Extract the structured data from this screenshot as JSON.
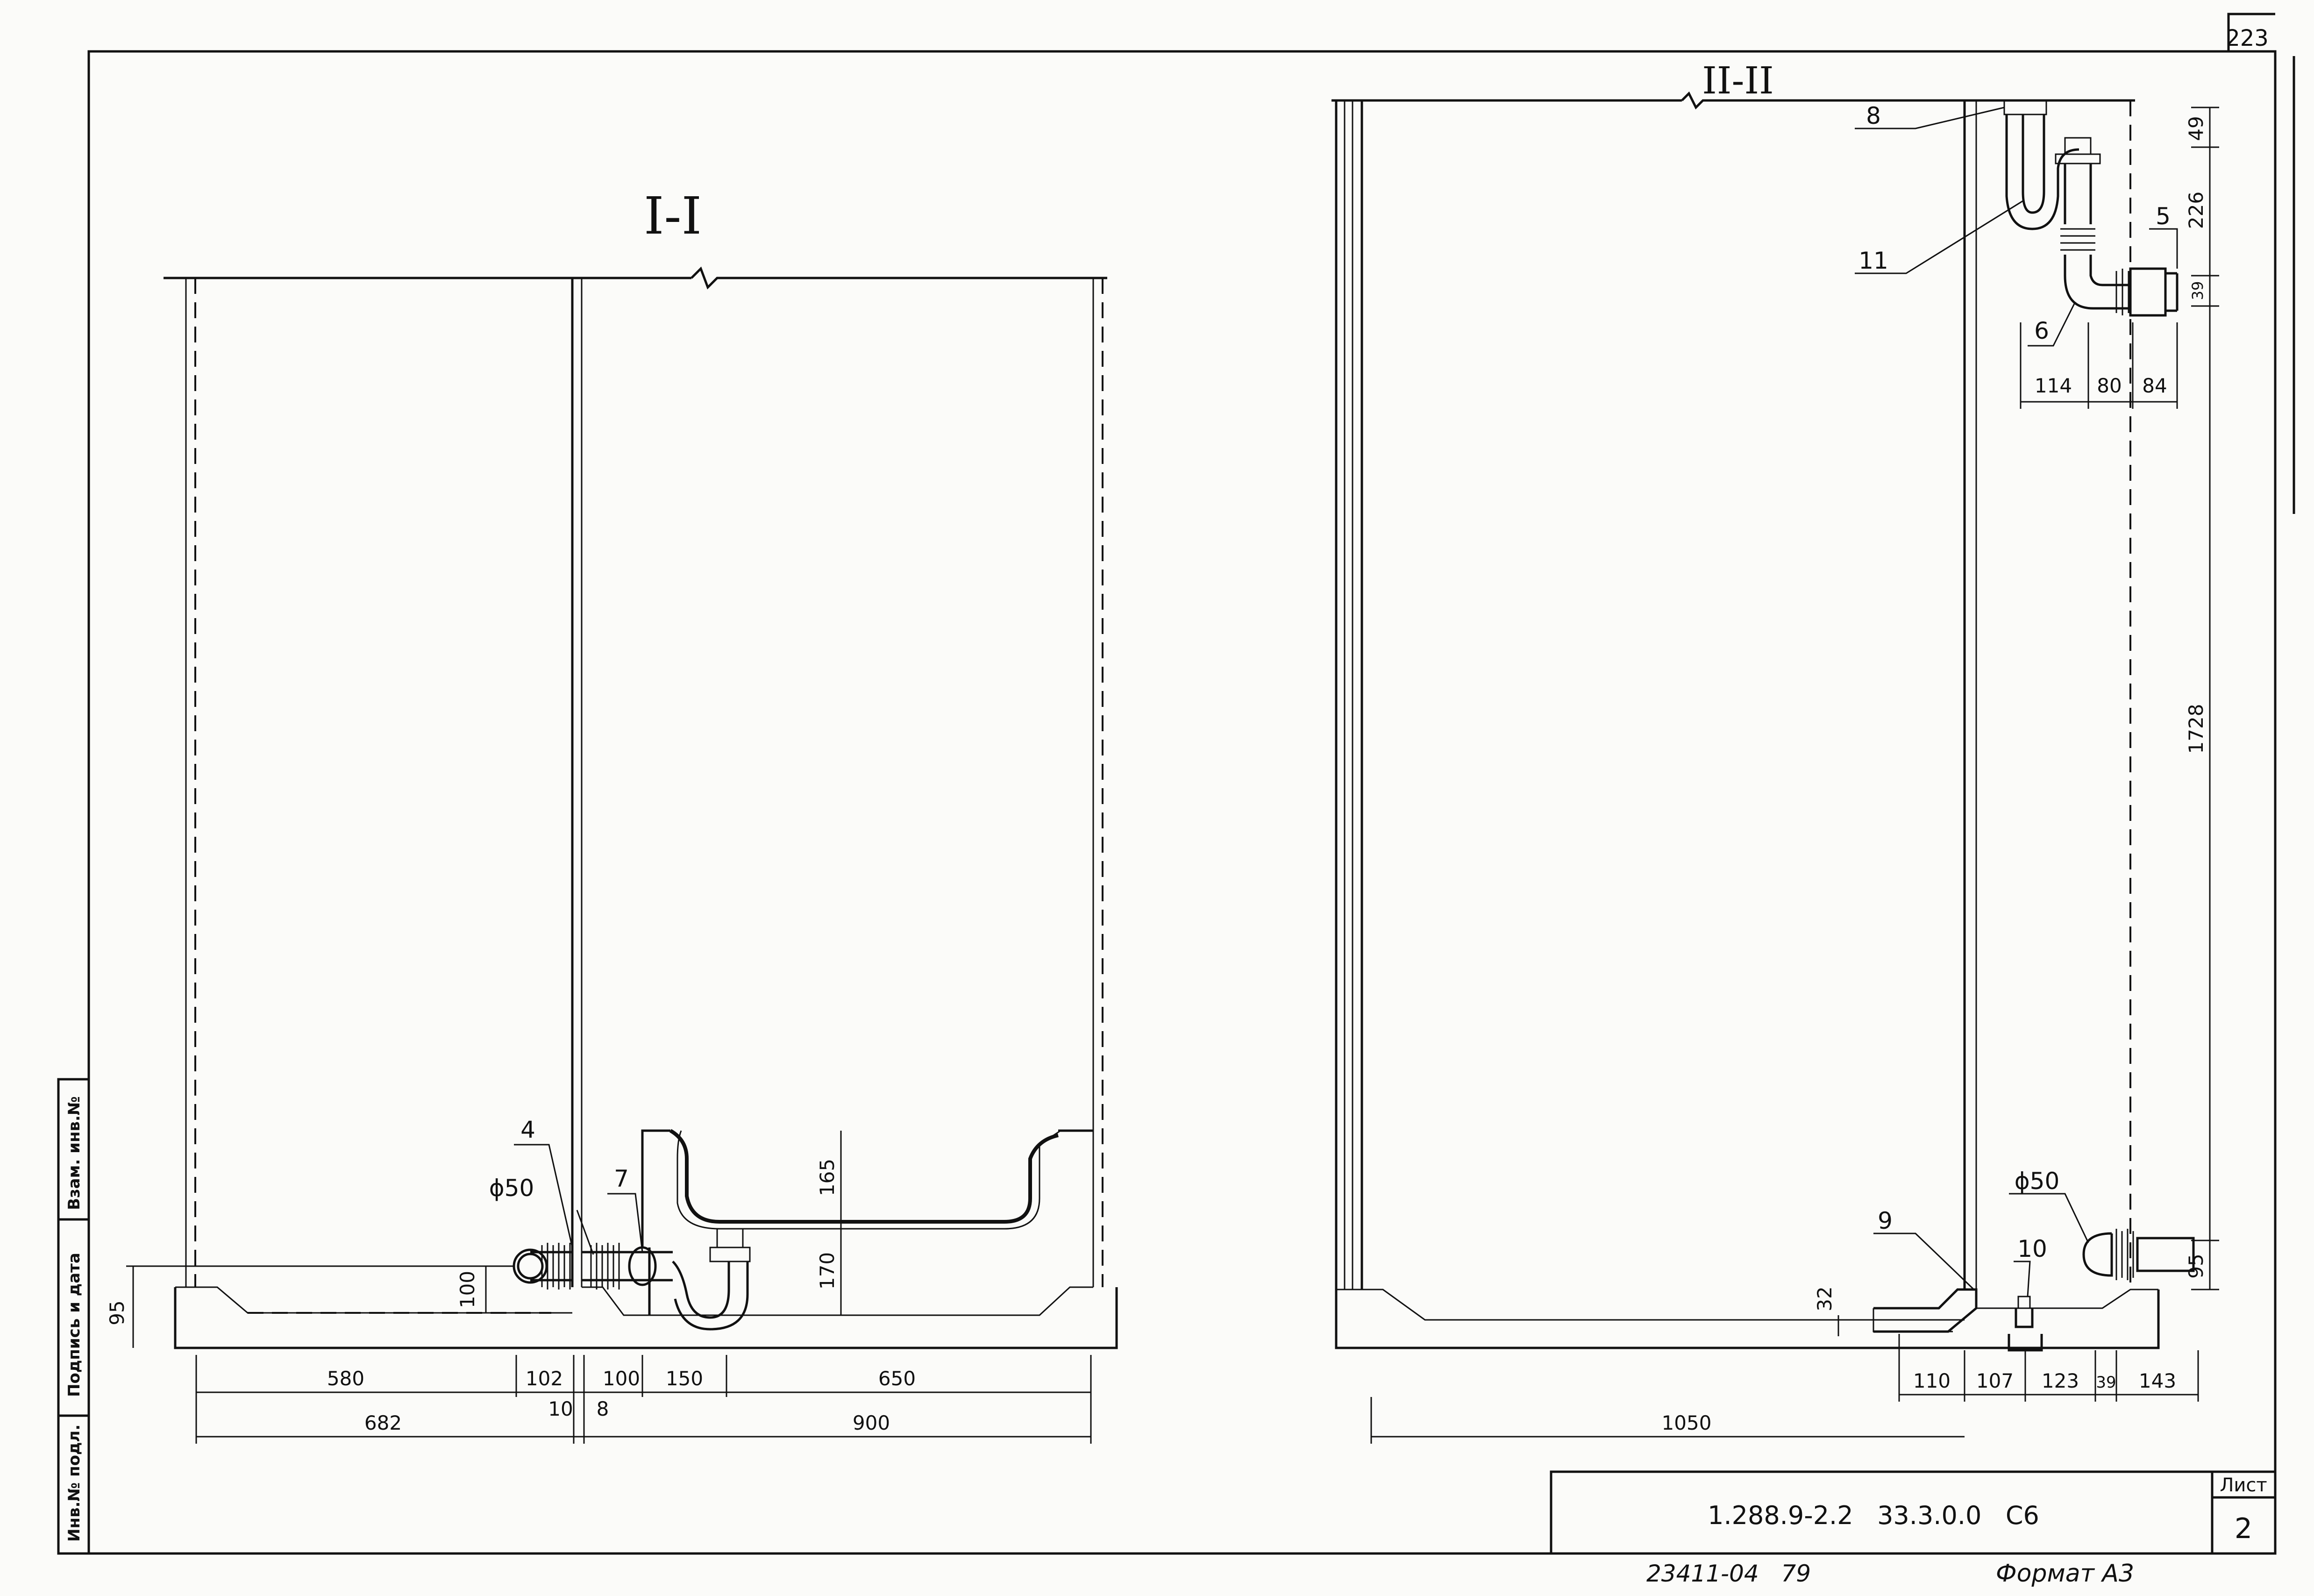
{
  "sheet": {
    "corner_number": "223",
    "sheet_label": "Лист",
    "sheet_number": "2",
    "document_code": "1.288.9-2.2   33.3.0.0   С6",
    "inventory_note": "23411-04   79",
    "format": "Формат А3"
  },
  "side_stamp": {
    "cells": [
      "Инв.№ подл.",
      "Подпись и дата",
      "Взам. инв.№"
    ]
  },
  "section_1": {
    "title": "I-I",
    "callouts": [
      "4",
      "7"
    ],
    "pipe_dia": "ϕ50",
    "dims": {
      "h_95": "95",
      "h_100": "100",
      "v_165": "165",
      "v_170": "170",
      "d_580": "580",
      "d_102": "102",
      "d_10": "10",
      "d_8": "8",
      "d_100b": "100",
      "d_150": "150",
      "d_650": "650",
      "d_682": "682",
      "d_900": "900"
    }
  },
  "section_2": {
    "title": "II-II",
    "callouts": [
      "8",
      "11",
      "5",
      "6",
      "9",
      "10"
    ],
    "pipe_dia": "ϕ50",
    "dims": {
      "v_49": "49",
      "v_226": "226",
      "v_39": "39",
      "v_1728": "1728",
      "v_32": "32",
      "v_95": "95",
      "d_114": "114",
      "d_80": "80",
      "d_84": "84",
      "d_110": "110",
      "d_107": "107",
      "d_123": "123",
      "d_39": "39",
      "d_143": "143",
      "d_1050": "1050"
    }
  }
}
